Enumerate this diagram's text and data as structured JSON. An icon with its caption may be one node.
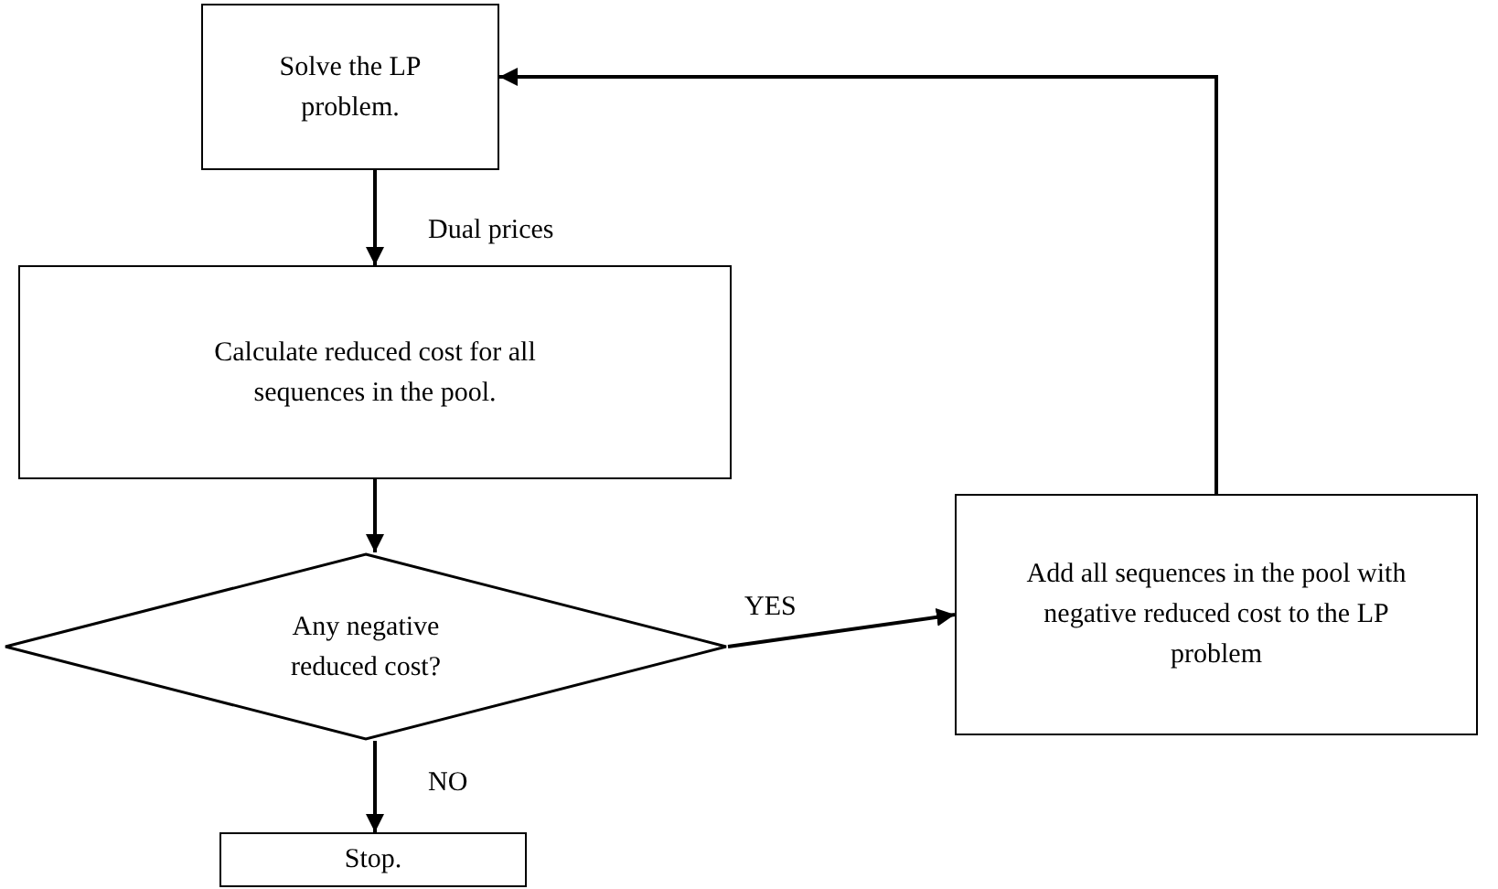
{
  "diagram": {
    "nodes": [
      {
        "text": [
          "Solve the LP problem."
        ]
      },
      {
        "text": [
          "Calculate reduced cost for all sequences in the pool."
        ]
      },
      {
        "text": [
          "Any negative reduced cost?"
        ]
      },
      {
        "text": [
          "Add all sequences in the pool with negative reduced cost to the LP problem"
        ]
      },
      {
        "text": [
          "Stop."
        ]
      }
    ],
    "edges": [
      {
        "from": 0,
        "to": 1,
        "arrow": "to",
        "label": "Dual prices"
      },
      {
        "from": 1,
        "to": 2,
        "arrow": "to"
      },
      {
        "from": 2,
        "to": 3,
        "arrow": "to",
        "label": "YES"
      },
      {
        "from": 2,
        "to": 4,
        "arrow": "to",
        "label": "NO"
      },
      {
        "from": 3,
        "to": 0,
        "arrow": "to"
      }
    ]
  }
}
